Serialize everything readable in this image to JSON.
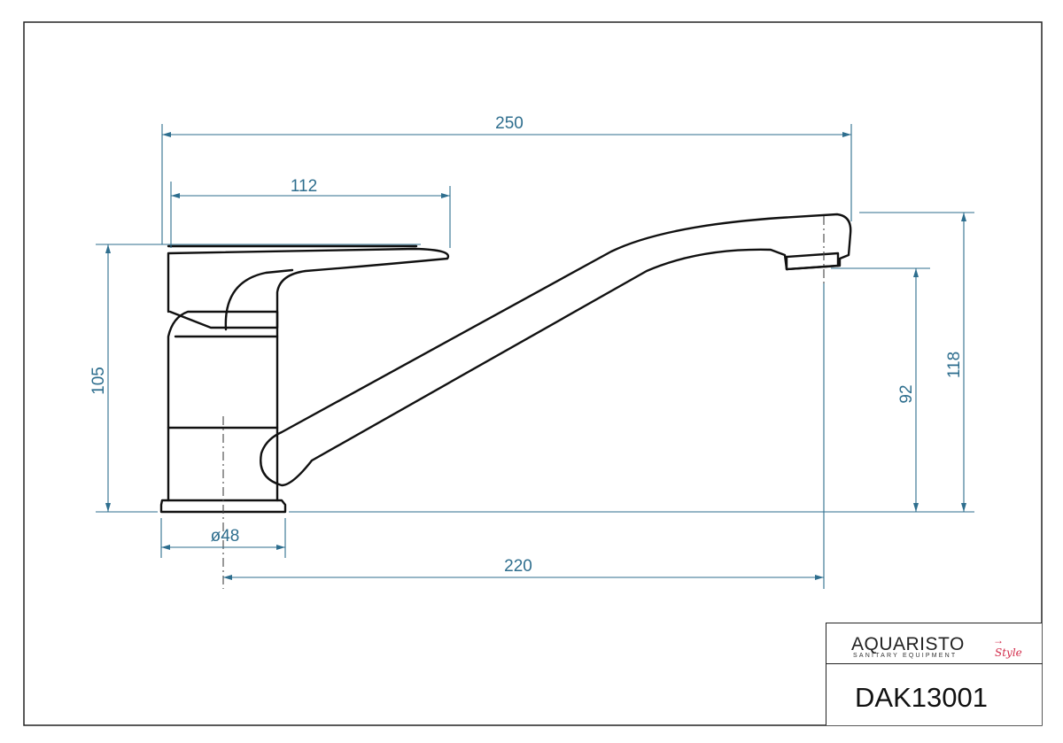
{
  "drawing": {
    "dimensions": {
      "overall_length": "250",
      "handle_length": "112",
      "body_height": "105",
      "spout_reach": "220",
      "base_diameter": "ø48",
      "outlet_height": "92",
      "total_height": "118"
    }
  },
  "title_block": {
    "brand": "AQUARISTO",
    "subtitle": "SANITARY EQUIPMENT",
    "style_word": "Style",
    "product_code": "DAK13001"
  },
  "colors": {
    "dimension": "#2e6e8e",
    "outline": "#111111",
    "accent": "#d22b4a"
  }
}
